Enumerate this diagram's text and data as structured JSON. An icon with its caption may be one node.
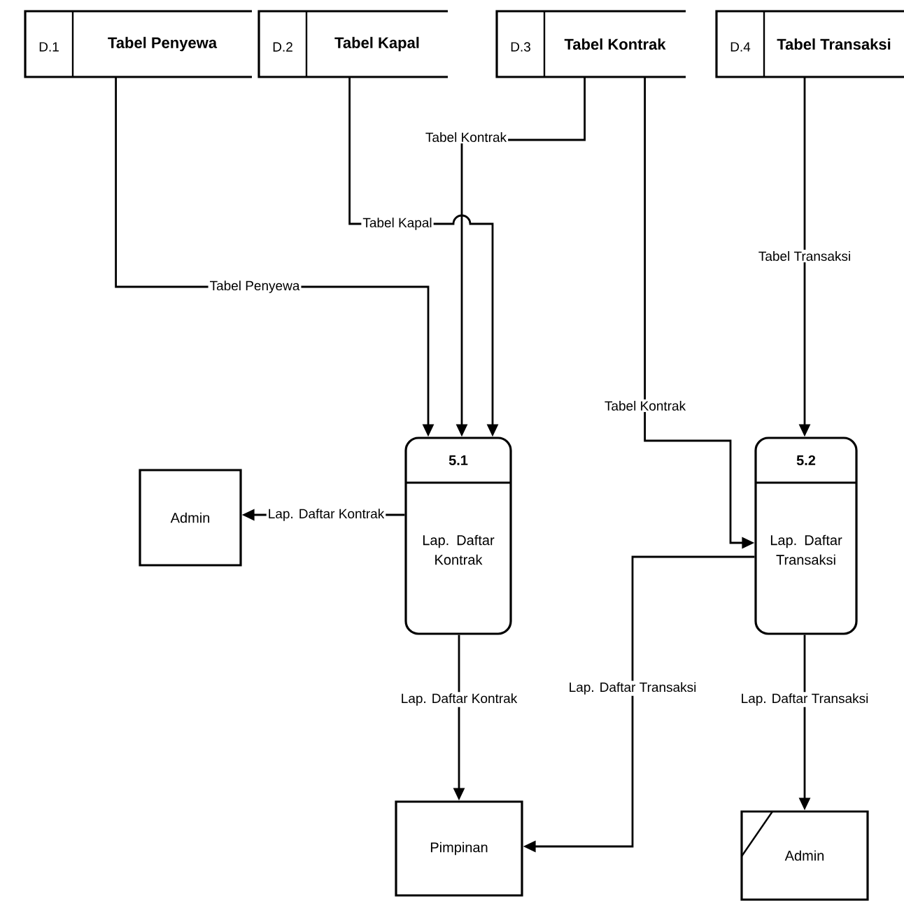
{
  "diagram": {
    "nodes": [
      {
        "text": [
          "D.1",
          "Tabel Penyewa"
        ]
      },
      {
        "text": [
          "D.2",
          "Tabel Kapal"
        ]
      },
      {
        "text": [
          "D.3",
          "Tabel Kontrak"
        ]
      },
      {
        "text": [
          "D.4",
          "Tabel Transaksi"
        ]
      },
      {
        "text": [
          "5.1",
          "Lap. Daftar Kontrak"
        ]
      },
      {
        "text": [
          "Admin"
        ]
      },
      {
        "text": [
          "5.2",
          "Lap. Daftar Transaksi"
        ]
      },
      {
        "text": [
          "Pimpinan"
        ]
      },
      {
        "text": [
          "Admin"
        ]
      }
    ],
    "edges": [
      {
        "from": 0,
        "to": 4,
        "arrow": "to",
        "label": "Tabel Penyewa"
      },
      {
        "from": 1,
        "to": 4,
        "arrow": "to",
        "label": "Tabel Kapal"
      },
      {
        "from": 2,
        "to": 4,
        "arrow": "to",
        "label": "Tabel Kontrak"
      },
      {
        "from": 3,
        "to": 6,
        "arrow": "to",
        "label": "Tabel Transaksi"
      },
      {
        "from": 2,
        "to": 6,
        "arrow": "to",
        "label": "Tabel Kontrak"
      },
      {
        "from": 4,
        "to": 5,
        "arrow": "to",
        "label": "Lap. Daftar Kontrak"
      },
      {
        "from": 4,
        "to": 7,
        "arrow": "to",
        "label": "Lap. Daftar Kontrak"
      },
      {
        "from": 6,
        "to": 7,
        "arrow": "to",
        "label": "Lap. Daftar Transaksi"
      },
      {
        "from": 6,
        "to": 8,
        "arrow": "to",
        "label": "Lap. Daftar Transaksi"
      }
    ]
  }
}
